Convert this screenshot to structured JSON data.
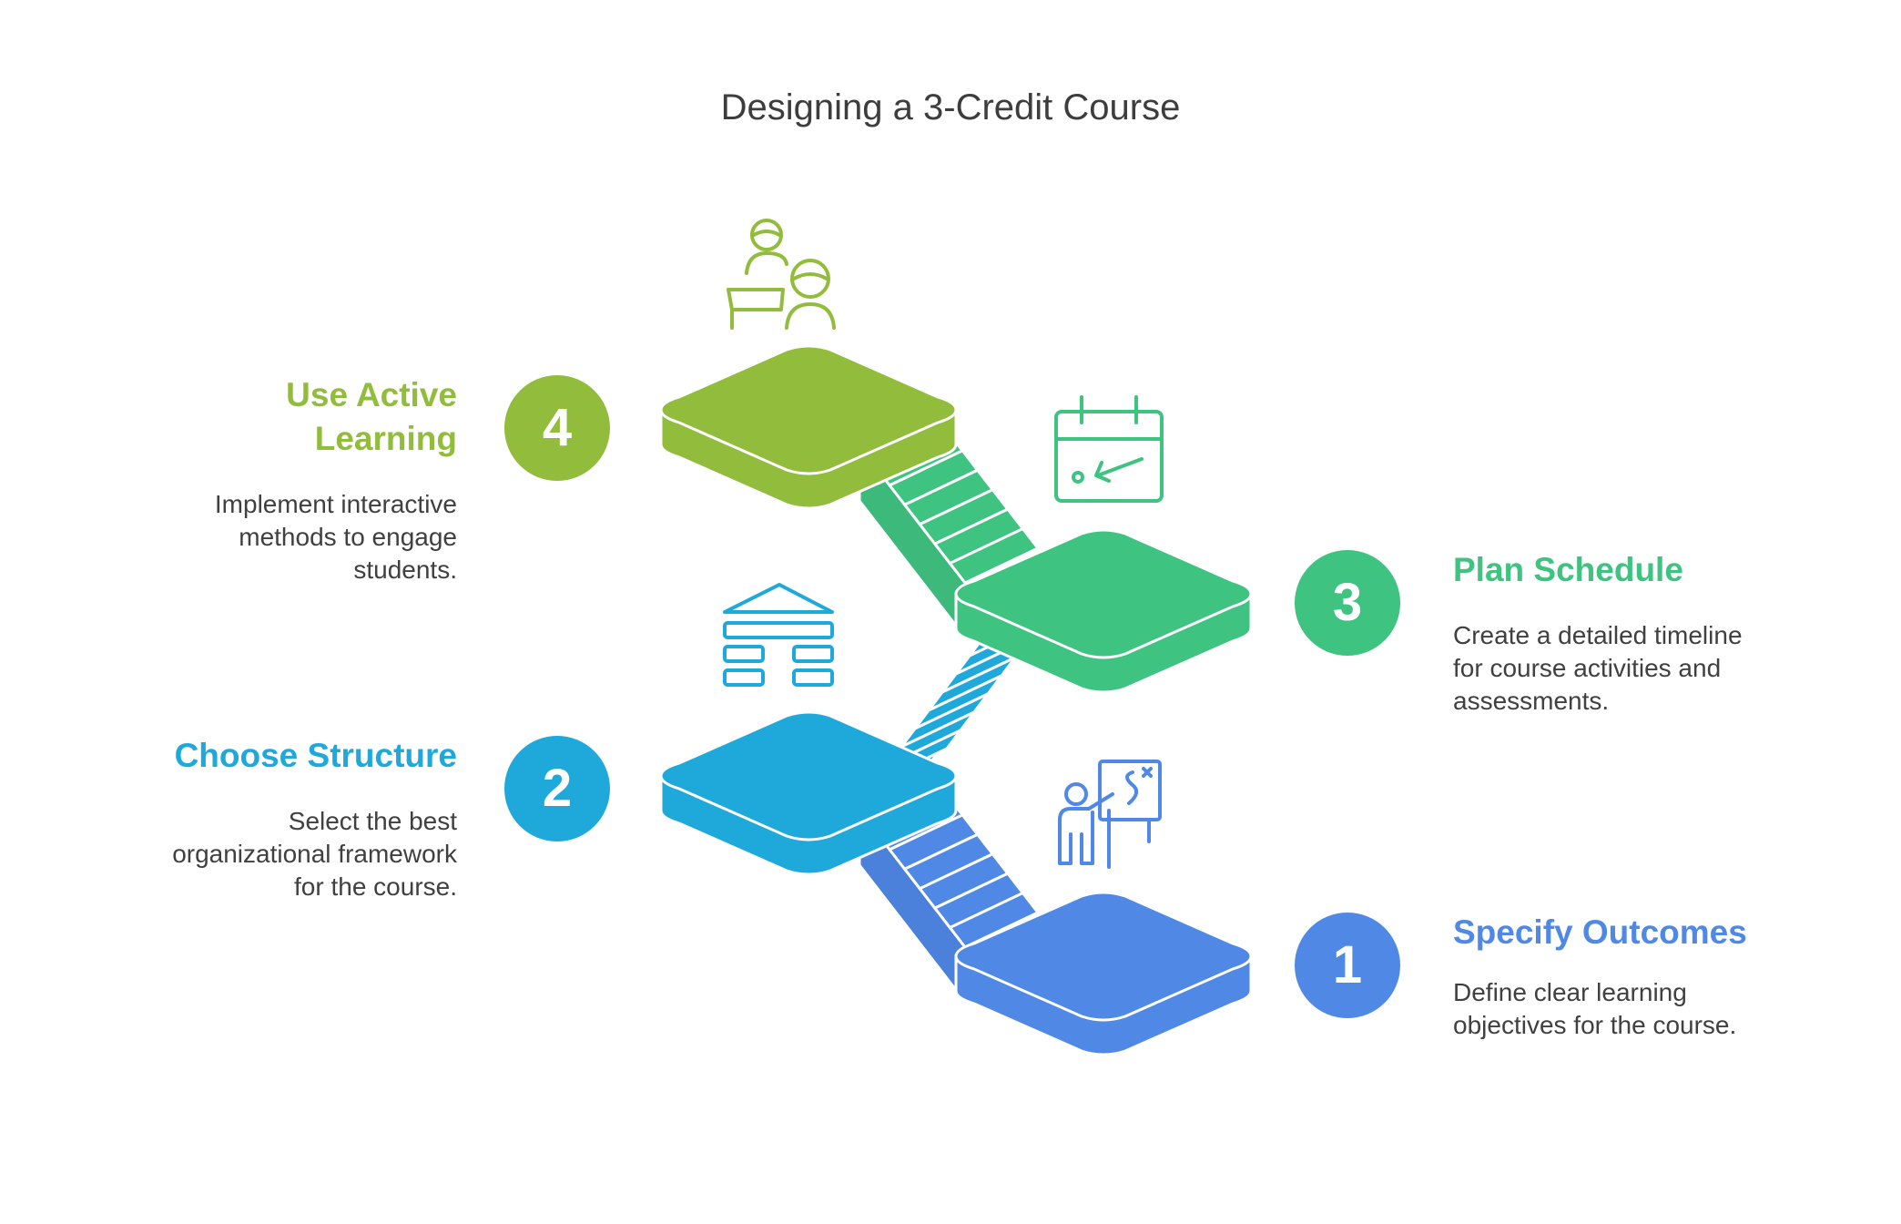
{
  "title": "Designing a 3-Credit Course",
  "colors": {
    "step1": "#4f88e5",
    "step2": "#1fa9db",
    "step3": "#3fc381",
    "step4": "#92bc3b",
    "stair12": "#4f88e5",
    "stair23": "#1fa9db",
    "stair34": "#3fc381",
    "text": "#404040"
  },
  "steps": [
    {
      "number": "1",
      "title": "Specify Outcomes",
      "desc": [
        "Define clear learning",
        "objectives for the course."
      ],
      "icon": "teacher-whiteboard-icon"
    },
    {
      "number": "2",
      "title": "Choose Structure",
      "desc": [
        "Select the best",
        "organizational framework",
        "for the course."
      ],
      "icon": "building-blocks-icon"
    },
    {
      "number": "3",
      "title": "Plan Schedule",
      "desc": [
        "Create a detailed timeline",
        "for course activities and",
        "assessments."
      ],
      "icon": "calendar-icon"
    },
    {
      "number": "4",
      "title_lines": [
        "Use Active",
        "Learning"
      ],
      "desc": [
        "Implement interactive",
        "methods to engage",
        "students."
      ],
      "icon": "teacher-student-icon"
    }
  ]
}
